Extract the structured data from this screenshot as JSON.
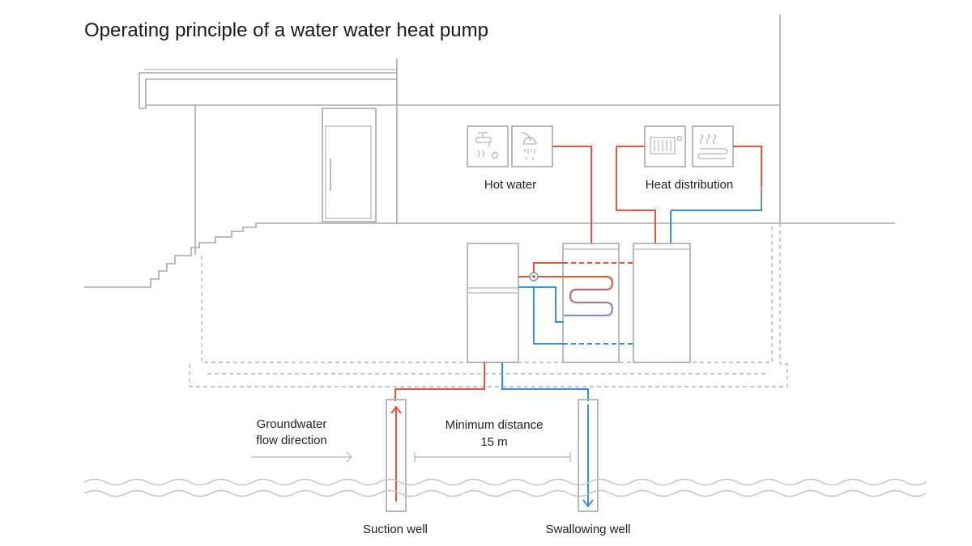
{
  "title": "Operating principle of a water water heat pump",
  "labels": {
    "hot_water": "Hot water",
    "heat_distribution": "Heat distribution",
    "groundwater_line1": "Groundwater",
    "groundwater_line2": "flow direction",
    "min_distance_line1": "Minimum distance",
    "min_distance_line2": "15 m",
    "suction_well": "Suction well",
    "swallowing_well": "Swallowing well"
  },
  "icons": [
    "tap-icon",
    "shower-icon",
    "radiator-icon",
    "floor-heating-icon"
  ],
  "colors": {
    "hot": "#e2553a",
    "cold": "#3b8fd4",
    "structure": "#a9a9a9"
  }
}
